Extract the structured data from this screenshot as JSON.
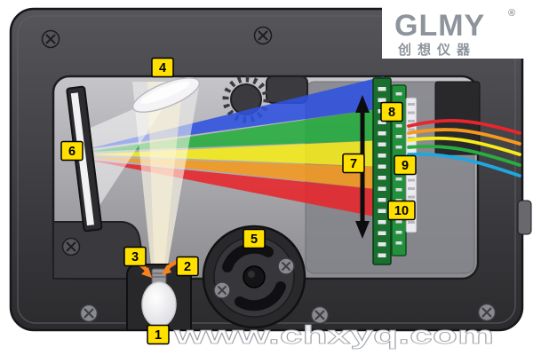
{
  "brand": {
    "name": "GLMY",
    "reg": "®",
    "tagline": "创想仪器"
  },
  "watermark": "www.chxyq.com",
  "callouts": {
    "c1": "1",
    "c2": "2",
    "c3": "3",
    "c4": "4",
    "c5": "5",
    "c6": "6",
    "c7": "7",
    "c8": "8",
    "c9": "9",
    "c10": "10"
  },
  "colors": {
    "callout_bg": "#FFE000",
    "logo_gray": "#8E949C",
    "case": "#3A3A3E",
    "cavity": "#9A9A9E",
    "pcb_dark": "#1A6E2E",
    "pcb_light": "#23913C",
    "spectrum": [
      "#2F52E0",
      "#27AE3F",
      "#F6EC1A",
      "#F59A1E",
      "#E8262B"
    ],
    "wires": [
      "#E8262B",
      "#F59A1E",
      "#F6EC1A",
      "#27AE3F",
      "#1FA7E0"
    ]
  }
}
